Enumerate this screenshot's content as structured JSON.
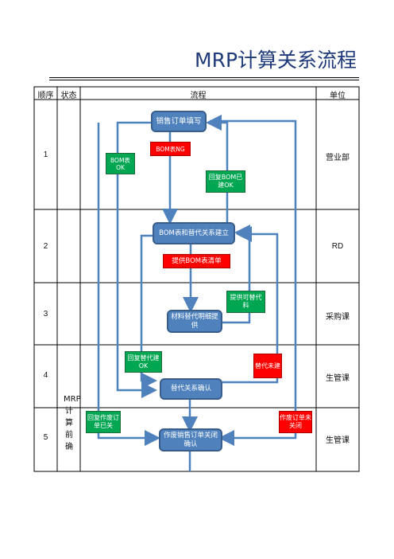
{
  "title": "MRP计算关系流程",
  "table": {
    "headers": {
      "seq": "顺序",
      "state": "状态",
      "flow": "流程",
      "unit": "单位"
    },
    "rows": [
      {
        "seq": "1",
        "unit": "营业部"
      },
      {
        "seq": "2",
        "unit": "RD"
      },
      {
        "seq": "3",
        "unit": "采购课"
      },
      {
        "seq": "4",
        "unit": "生管课"
      },
      {
        "seq": "5",
        "unit": "生管课"
      }
    ],
    "state_text": "MRP计算前确"
  },
  "nodes": {
    "sales_order": "销售订单填写",
    "bom_ok": "BOM表OK",
    "bom_ng": "BOM表NG",
    "reply_bom_ok": "回复BOM已建OK",
    "bom_build": "BOM表和替代关系建立",
    "provide_bom": "提供BOM表清单",
    "provide_sub": "提供可替代料",
    "material_sub": "材料替代明细提供",
    "reply_sub_ok": "回复替代建OK",
    "sub_not_built": "替代未建",
    "sub_confirm": "替代关系确认",
    "reply_void": "回复作废订单已关",
    "void_not_closed": "作废订单未关闭",
    "void_confirm": "作废销售订单关闭确认"
  },
  "colors": {
    "process": "#4f81bd",
    "green": "#00a651",
    "red": "#ff0000",
    "arrow": "#4f81bd"
  }
}
